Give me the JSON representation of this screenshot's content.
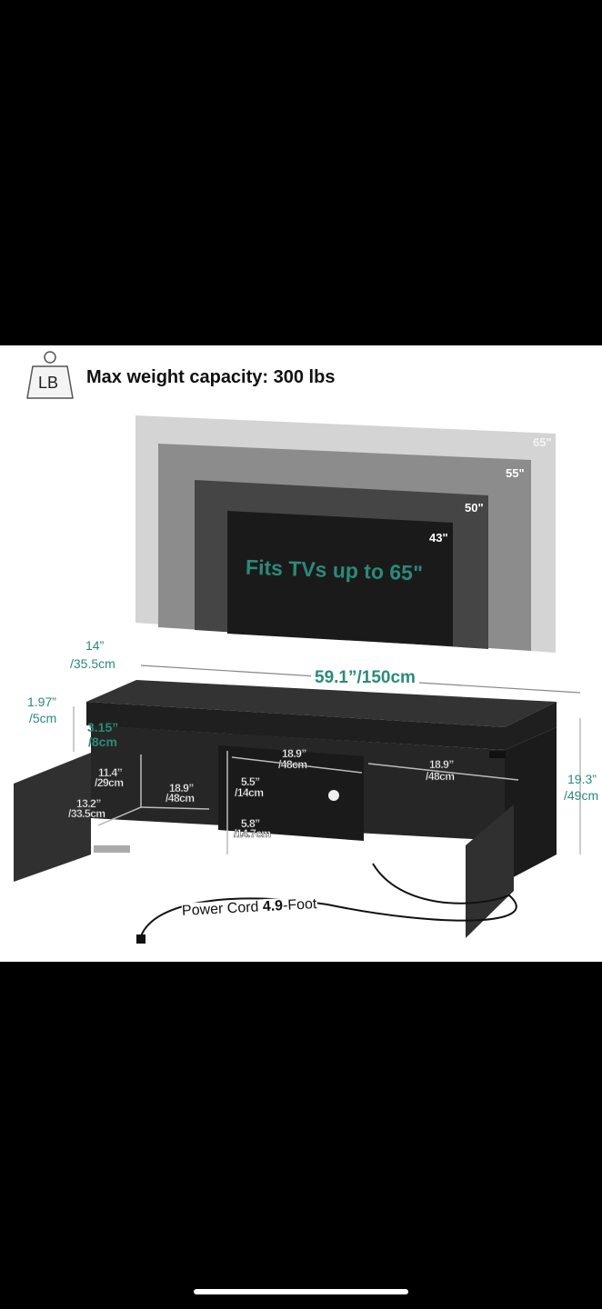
{
  "weight": {
    "icon_label": "LB",
    "text": "Max weight capacity: 300 lbs"
  },
  "tv_sizes": [
    "65\"",
    "55\"",
    "50\"",
    "43\""
  ],
  "tv_headline": "Fits TVs up to 65\"",
  "dimensions": {
    "depth_in": "14”",
    "depth_cm": "/35.5cm",
    "width": "59.1”/150cm",
    "top_thickness_in": "1.97”",
    "top_thickness_cm": "/5cm",
    "gap_in": "3.15”",
    "gap_cm": "/8cm",
    "height_in": "19.3”",
    "height_cm": "/49cm",
    "cab_height_in": "11.4”",
    "cab_height_cm": "/29cm",
    "cab_width_in": "18.9”",
    "cab_width_cm": "/48cm",
    "cab_depth_in": "13.2”",
    "cab_depth_cm": "/33.5cm",
    "shelf_upper_in": "5.5”",
    "shelf_upper_cm": "/14cm",
    "shelf_lower_in": "5.8”",
    "shelf_lower_cm": "/14.7cm",
    "mid_width_in": "18.9”",
    "mid_width_cm": "/48cm",
    "right_width_in": "18.9”",
    "right_width_cm": "/48cm"
  },
  "power_cord": {
    "prefix": "Power Cord ",
    "length": "4.9",
    "suffix": "-Foot"
  },
  "colors": {
    "accent": "#2b8a79",
    "furniture": "#2a2a2a"
  }
}
